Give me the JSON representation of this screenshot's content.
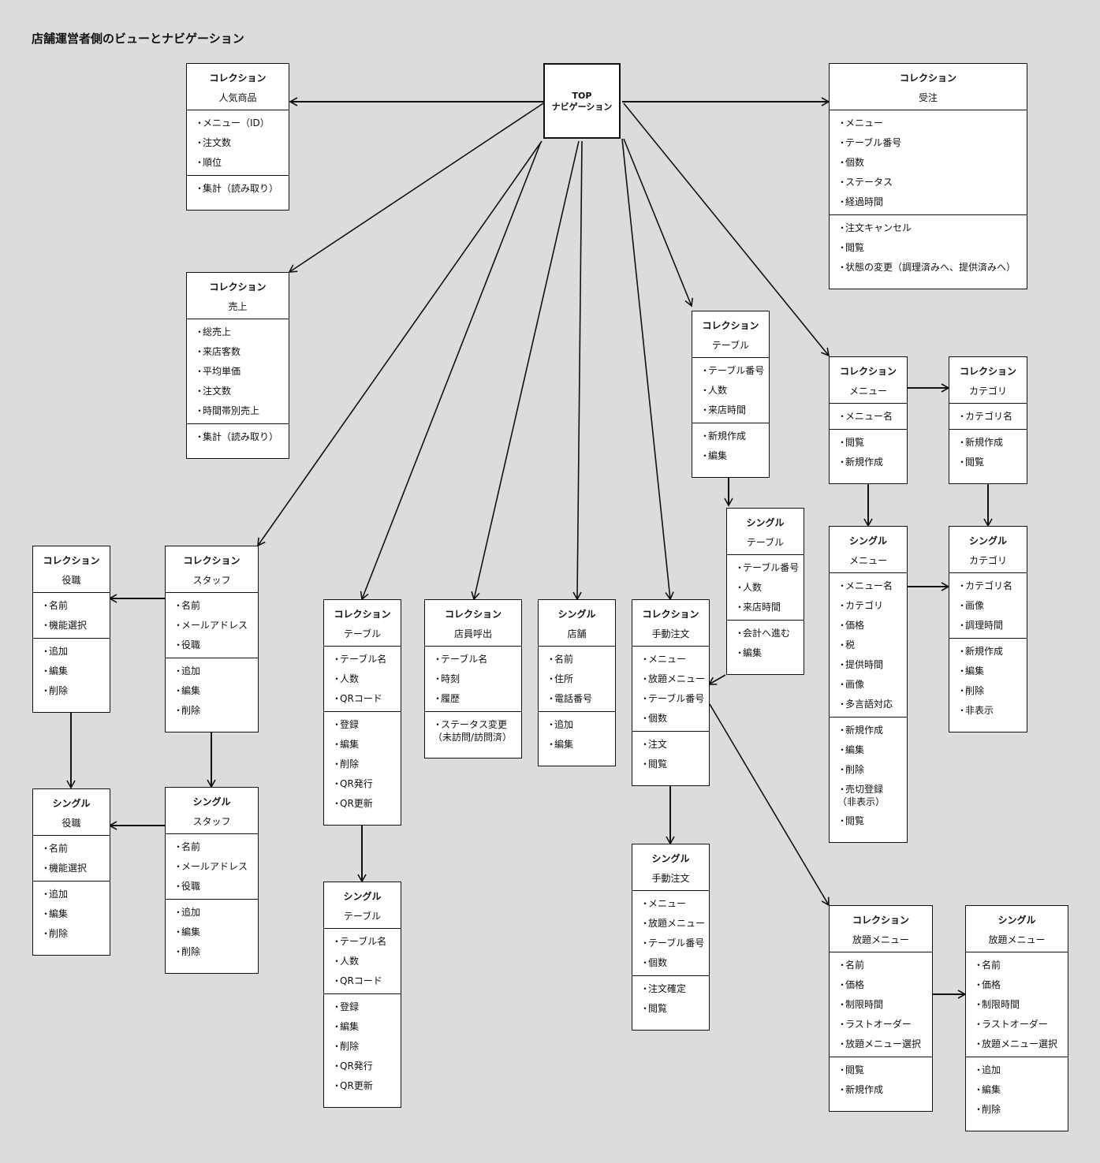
{
  "title": "店舗運営者側のビューとナビゲーション",
  "top": {
    "line1": "TOP",
    "line2": "ナビゲーション"
  },
  "boxes": {
    "popular": {
      "kind": "コレクション",
      "name": "人気商品",
      "attrs": [
        "メニュー（ID）",
        "注文数",
        "順位"
      ],
      "actions": [
        "集計（読み取り）"
      ]
    },
    "orders": {
      "kind": "コレクション",
      "name": "受注",
      "attrs": [
        "メニュー",
        "テーブル番号",
        "個数",
        "ステータス",
        "経過時間"
      ],
      "actions": [
        "注文キャンセル",
        "閲覧",
        "状態の変更（調理済みへ、提供済みへ）"
      ]
    },
    "sales": {
      "kind": "コレクション",
      "name": "売上",
      "attrs": [
        "総売上",
        "来店客数",
        "平均単価",
        "注文数",
        "時間帯別売上"
      ],
      "actions": [
        "集計（読み取り）"
      ]
    },
    "table_col_r": {
      "kind": "コレクション",
      "name": "テーブル",
      "attrs": [
        "テーブル番号",
        "人数",
        "来店時間"
      ],
      "actions": [
        "新規作成",
        "編集"
      ]
    },
    "menu_col": {
      "kind": "コレクション",
      "name": "メニュー",
      "attrs": [
        "メニュー名"
      ],
      "actions": [
        "閲覧",
        "新規作成"
      ]
    },
    "category_col": {
      "kind": "コレクション",
      "name": "カテゴリ",
      "attrs": [
        "カテゴリ名"
      ],
      "actions": [
        "新規作成",
        "閲覧"
      ]
    },
    "table_single_r": {
      "kind": "シングル",
      "name": "テーブル",
      "attrs": [
        "テーブル番号",
        "人数",
        "来店時間"
      ],
      "actions": [
        "会計へ進む",
        "編集"
      ]
    },
    "menu_single": {
      "kind": "シングル",
      "name": "メニュー",
      "attrs": [
        "メニュー名",
        "カテゴリ",
        "価格",
        "税",
        "提供時間",
        "画像",
        "多言語対応"
      ],
      "actions": [
        "新規作成",
        "編集",
        "削除",
        "売切登録\n（非表示）",
        "閲覧"
      ]
    },
    "category_single": {
      "kind": "シングル",
      "name": "カテゴリ",
      "attrs": [
        "カテゴリ名",
        "画像",
        "調理時間"
      ],
      "actions": [
        "新規作成",
        "編集",
        "削除",
        "非表示"
      ]
    },
    "role_col": {
      "kind": "コレクション",
      "name": "役職",
      "attrs": [
        "名前",
        "機能選択"
      ],
      "actions": [
        "追加",
        "編集",
        "削除"
      ]
    },
    "staff_col": {
      "kind": "コレクション",
      "name": "スタッフ",
      "attrs": [
        "名前",
        "メールアドレス",
        "役職"
      ],
      "actions": [
        "追加",
        "編集",
        "削除"
      ]
    },
    "table_col_m": {
      "kind": "コレクション",
      "name": "テーブル",
      "attrs": [
        "テーブル名",
        "人数",
        "QRコード"
      ],
      "actions": [
        "登録",
        "編集",
        "削除",
        "QR発行",
        "QR更新"
      ]
    },
    "staff_call": {
      "kind": "コレクション",
      "name": "店員呼出",
      "attrs": [
        "テーブル名",
        "時刻",
        "履歴"
      ],
      "actions": [
        "ステータス変更\n（未訪問/訪問済）"
      ]
    },
    "store": {
      "kind": "シングル",
      "name": "店舗",
      "attrs": [
        "名前",
        "住所",
        "電話番号"
      ],
      "actions": [
        "追加",
        "編集"
      ]
    },
    "manual_order_col": {
      "kind": "コレクション",
      "name": "手動注文",
      "attrs": [
        "メニュー",
        "放題メニュー",
        "テーブル番号",
        "個数"
      ],
      "actions": [
        "注文",
        "閲覧"
      ]
    },
    "role_single": {
      "kind": "シングル",
      "name": "役職",
      "attrs": [
        "名前",
        "機能選択"
      ],
      "actions": [
        "追加",
        "編集",
        "削除"
      ]
    },
    "staff_single": {
      "kind": "シングル",
      "name": "スタッフ",
      "attrs": [
        "名前",
        "メールアドレス",
        "役職"
      ],
      "actions": [
        "追加",
        "編集",
        "削除"
      ]
    },
    "table_single_m": {
      "kind": "シングル",
      "name": "テーブル",
      "attrs": [
        "テーブル名",
        "人数",
        "QRコード"
      ],
      "actions": [
        "登録",
        "編集",
        "削除",
        "QR発行",
        "QR更新"
      ]
    },
    "manual_order_single": {
      "kind": "シングル",
      "name": "手動注文",
      "attrs": [
        "メニュー",
        "放題メニュー",
        "テーブル番号",
        "個数"
      ],
      "actions": [
        "注文確定",
        "閲覧"
      ]
    },
    "ayce_col": {
      "kind": "コレクション",
      "name": "放題メニュー",
      "attrs": [
        "名前",
        "価格",
        "制限時間",
        "ラストオーダー",
        "放題メニュー選択"
      ],
      "actions": [
        "閲覧",
        "新規作成"
      ]
    },
    "ayce_single": {
      "kind": "シングル",
      "name": "放題メニュー",
      "attrs": [
        "名前",
        "価格",
        "制限時間",
        "ラストオーダー",
        "放題メニュー選択"
      ],
      "actions": [
        "追加",
        "編集",
        "削除"
      ]
    }
  },
  "bullet": "・",
  "colors": {
    "background": "#dcdcdc",
    "box": "#ffffff",
    "line": "#111111"
  }
}
